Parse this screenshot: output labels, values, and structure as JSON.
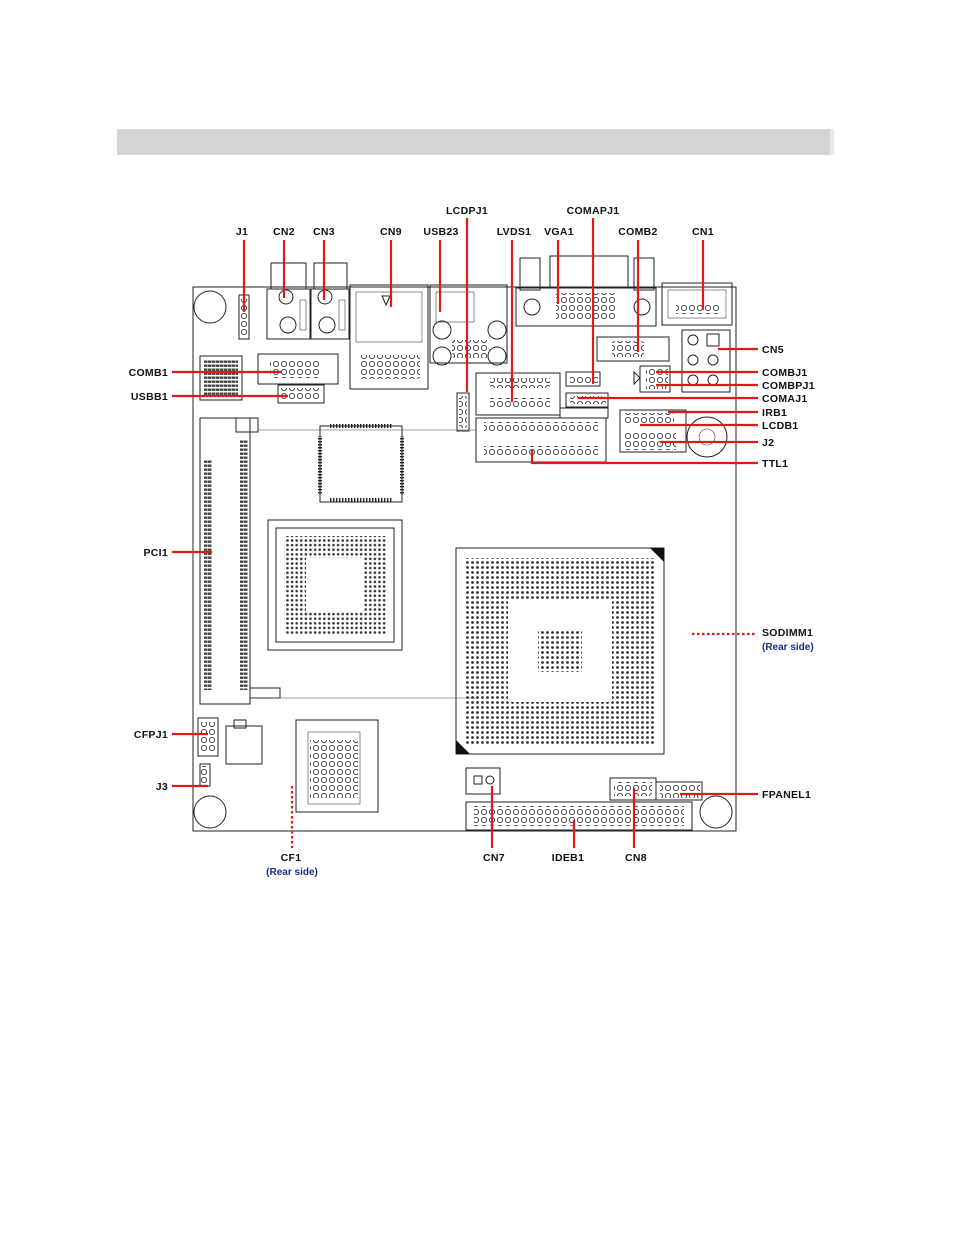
{
  "callouts": {
    "lcdpj1": "LCDPJ1",
    "comapj1": "COMAPJ1",
    "j1": "J1",
    "cn2": "CN2",
    "cn3": "CN3",
    "cn9": "CN9",
    "usb23": "USB23",
    "lvds1": "LVDS1",
    "vga1": "VGA1",
    "comb2": "COMB2",
    "cn1": "CN1",
    "cn5": "CN5",
    "combj1": "COMBJ1",
    "combpj1": "COMBPJ1",
    "comaj1": "COMAJ1",
    "irb1": "IRB1",
    "lcdb1": "LCDB1",
    "j2": "J2",
    "ttl1": "TTL1",
    "comb1": "COMB1",
    "usbb1": "USBB1",
    "pci1": "PCI1",
    "sodimm1": "SODIMM1",
    "sodimm1_note": "(Rear side)",
    "cfpj1": "CFPJ1",
    "j3": "J3",
    "fpanel1": "FPANEL1",
    "cf1": "CF1",
    "cf1_note": "(Rear side)",
    "cn7": "CN7",
    "ideb1": "IDEB1",
    "cn8": "CN8"
  },
  "colors": {
    "leader": "#e01a1a",
    "header_bar": "#d4d4d4",
    "note": "#1a2a8c"
  }
}
